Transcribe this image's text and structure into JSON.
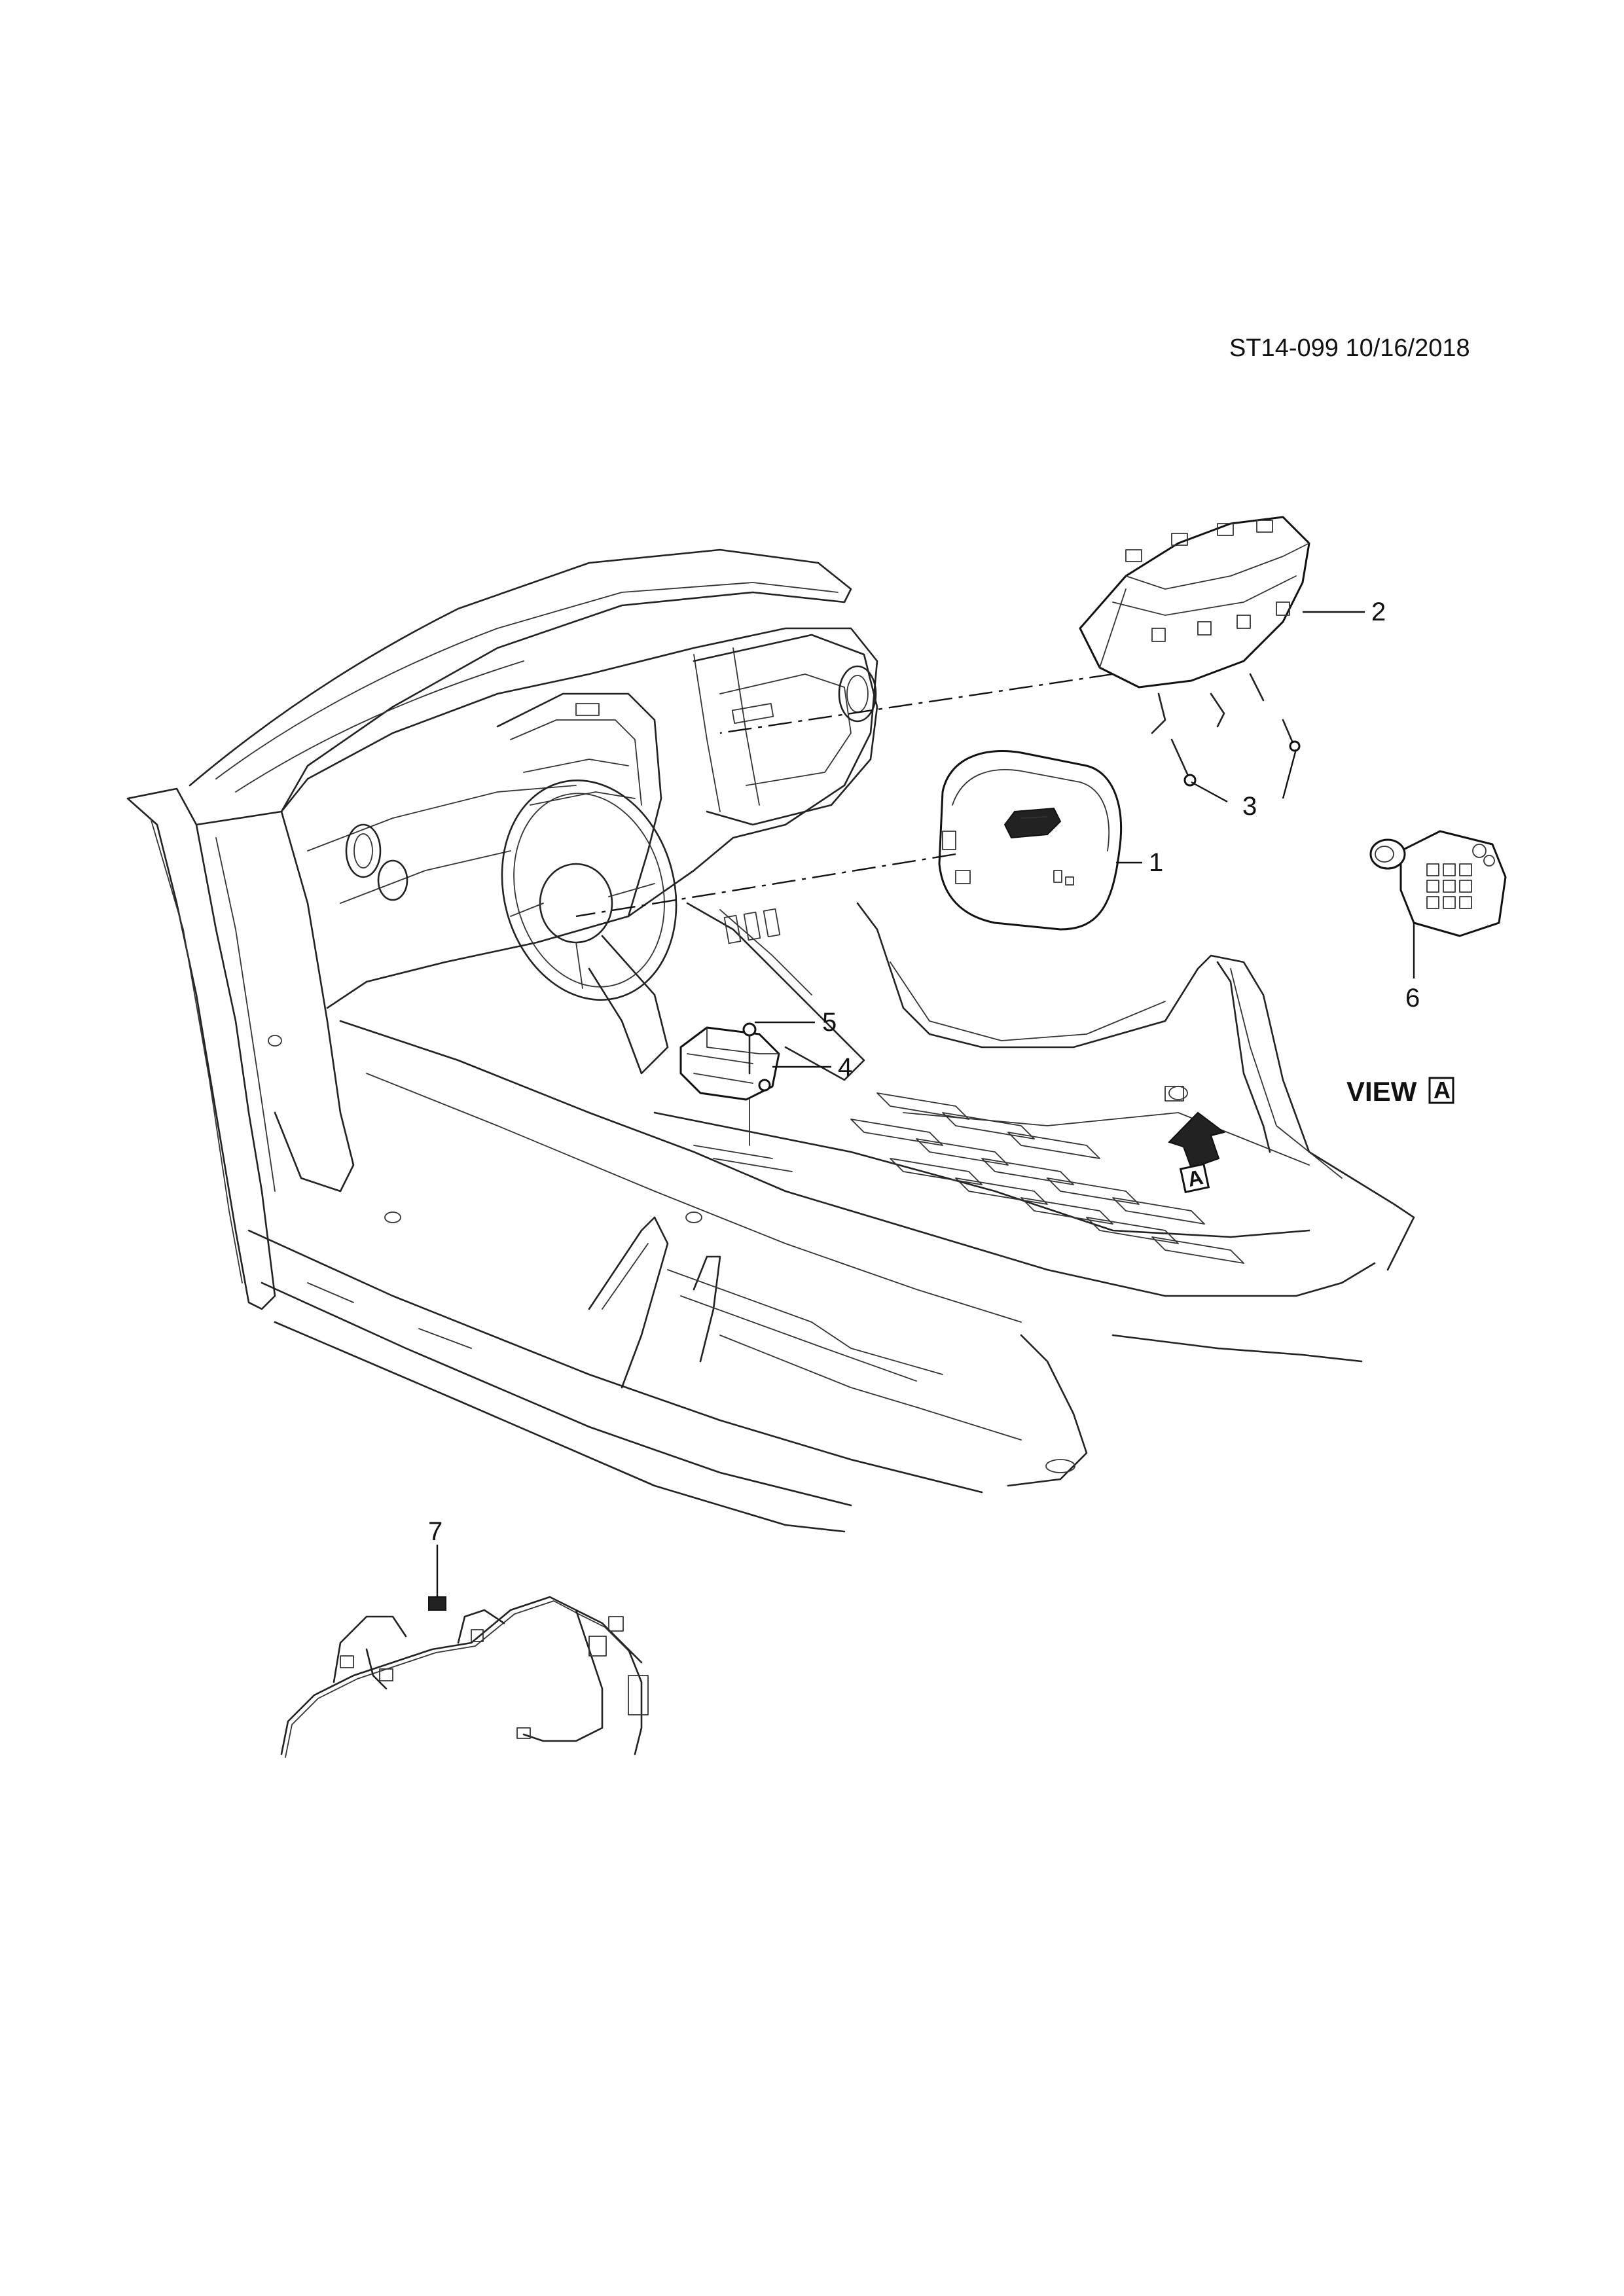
{
  "header": {
    "reference": "ST14-099 10/16/2018"
  },
  "callouts": [
    {
      "id": "1",
      "label": "1"
    },
    {
      "id": "2",
      "label": "2"
    },
    {
      "id": "3",
      "label": "3"
    },
    {
      "id": "4",
      "label": "4"
    },
    {
      "id": "5",
      "label": "5"
    },
    {
      "id": "6",
      "label": "6"
    },
    {
      "id": "7",
      "label": "7"
    }
  ],
  "view": {
    "word": "VIEW",
    "letter": "A",
    "arrow_letter": "A"
  },
  "colors": {
    "line": "#222222",
    "background": "#ffffff"
  }
}
